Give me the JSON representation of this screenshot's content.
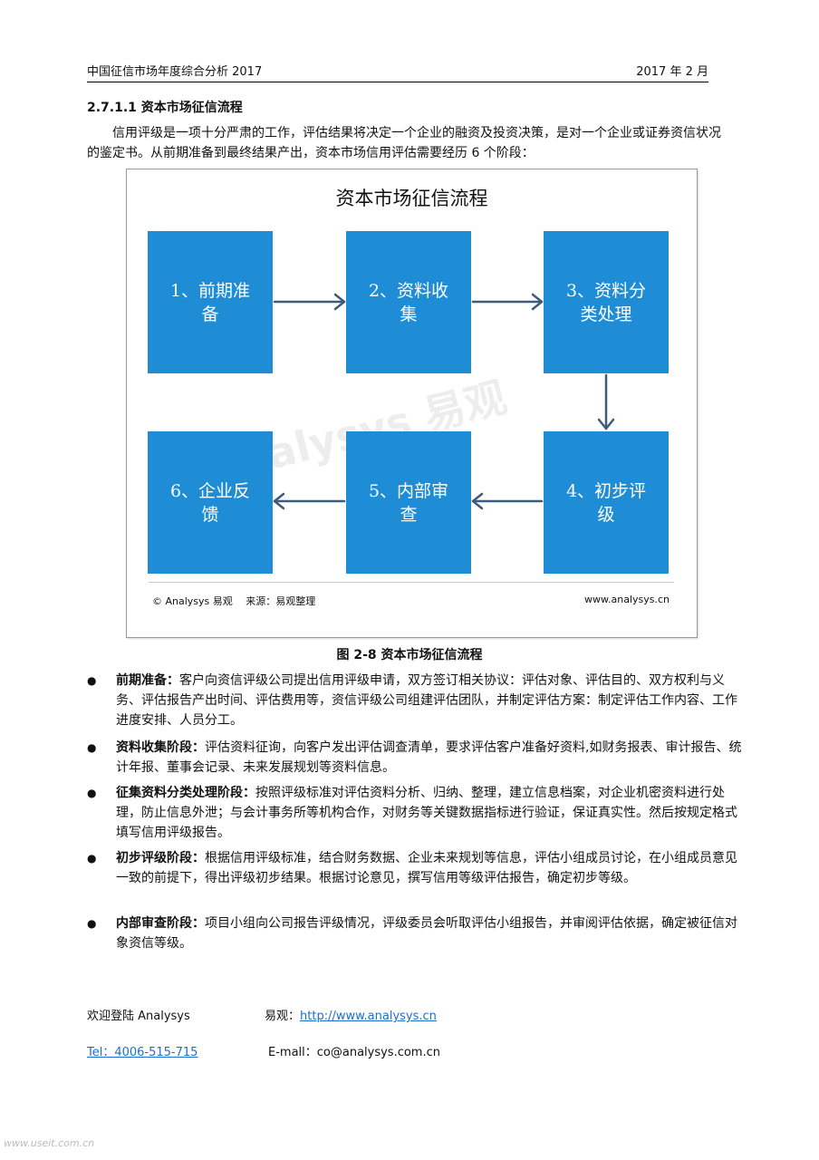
{
  "header": {
    "title": "中国征信市场年度综合分析 2017",
    "date": "2017 年 2 月"
  },
  "section": {
    "title": "2.7.1.1 资本市场征信流程",
    "intro": "信用评级是一项十分严肃的工作，评估结果将决定一个企业的融资及投资决策，是对一个企业或证券资信状况的鉴定书。从前期准备到最终结果产出，资本市场信用评估需要经历 6 个阶段："
  },
  "figure": {
    "title": "资本市场征信流程",
    "steps": [
      "1、前期准备",
      "2、资料收集",
      "3、资料分类处理",
      "4、初步评级",
      "5、内部审查",
      "6、企业反馈"
    ],
    "source": "© Analysys 易观　 来源：易观整理",
    "site": "www.analysys.cn",
    "watermark": "Analysys 易观",
    "box_color": "#1f8dd6",
    "arrow_color": "#3f5b7a"
  },
  "caption": "图 2-8 资本市场征信流程",
  "bullets": [
    {
      "label": "前期准备：",
      "text": "客户向资信评级公司提出信用评级申请，双方签订相关协议：评估对象、评估目的、双方权利与义务、评估报告产出时间、评估费用等，资信评级公司组建评估团队，并制定评估方案：制定评估工作内容、工作进度安排、人员分工。"
    },
    {
      "label": "资料收集阶段：",
      "text": "评估资料征询，向客户发出评估调查清单，要求评估客户准备好资料,如财务报表、审计报告、统计年报、董事会记录、未来发展规划等资料信息。"
    },
    {
      "label": "征集资料分类处理阶段：",
      "text": "按照评级标准对评估资料分析、归纳、整理，建立信息档案，对企业机密资料进行处理，防止信息外泄；与会计事务所等机构合作，对财务等关键数据指标进行验证，保证真实性。然后按规定格式填写信用评级报告。"
    },
    {
      "label": "初步评级阶段：",
      "text": "根据信用评级标准，结合财务数据、企业未来规划等信息，评估小组成员讨论，在小组成员意见一致的前提下，得出评级初步结果。根据讨论意见，撰写信用等级评估报告，确定初步等级。"
    },
    {
      "label": "内部审查阶段：",
      "text": "项目小组向公司报告评级情况，评级委员会听取评估小组报告，并审阅评估依据，确定被征信对象资信等级。"
    }
  ],
  "footer": {
    "welcome": "欢迎登陆 Analysys",
    "site_label": "易观：",
    "site_url": "http://www.analysys.cn",
    "tel": "Tel：4006-515-715",
    "email": "E-mall：co@analysys.com.cn"
  },
  "corner_watermark": "www.useit.com.cn"
}
